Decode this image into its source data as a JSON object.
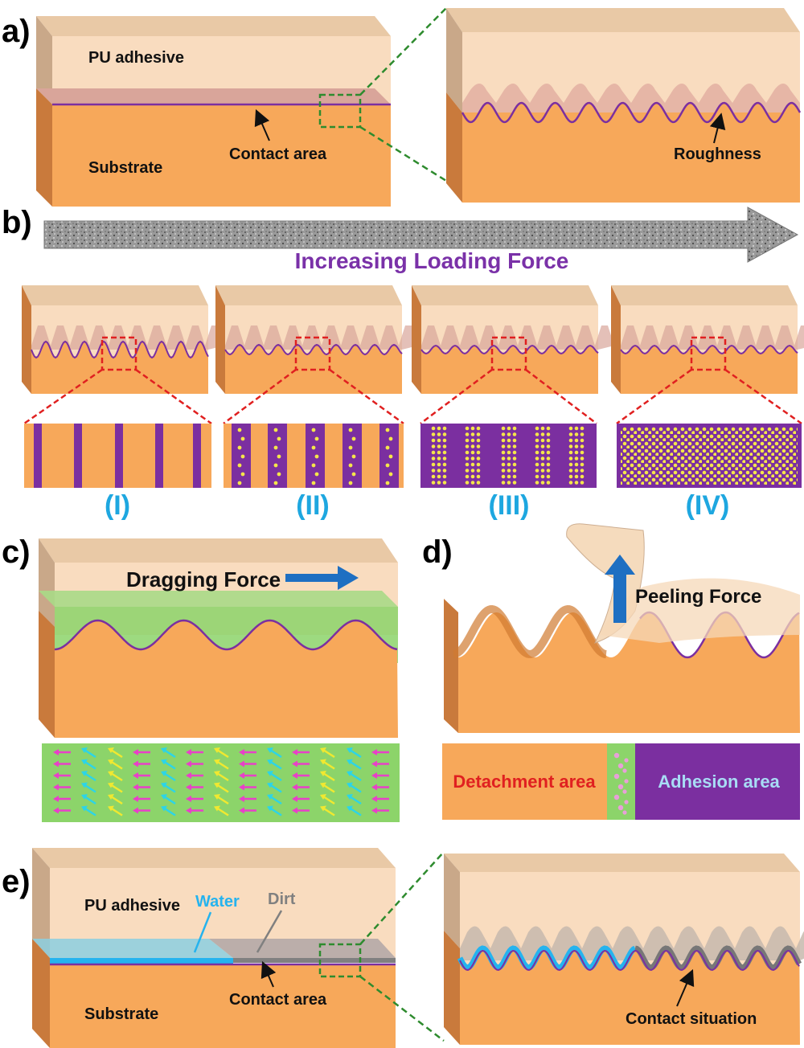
{
  "panels": {
    "a": "a)",
    "b": "b)",
    "c": "c)",
    "d": "d)",
    "e": "e)"
  },
  "a": {
    "adhesive": "PU adhesive",
    "substrate": "Substrate",
    "contact": "Contact area",
    "roughness": "Roughness"
  },
  "b": {
    "title": "Increasing Loading Force",
    "stages": [
      "(I)",
      "(II)",
      "(III)",
      "(IV)"
    ]
  },
  "c": {
    "force": "Dragging Force"
  },
  "d": {
    "force": "Peeling Force",
    "detachment": "Detachment area",
    "adhesion": "Adhesion area"
  },
  "e": {
    "adhesive": "PU adhesive",
    "water": "Water",
    "dirt": "Dirt",
    "substrate": "Substrate",
    "contact": "Contact area",
    "situation": "Contact situation"
  },
  "colors": {
    "substrate": "#f7a85a",
    "substrate_side": "#c97a3c",
    "adhesive": "#f9dcbf",
    "interface": "#7b2fa0",
    "water": "#25b3ee",
    "dirt": "#808080",
    "green": "#8cd46a",
    "stage_label": "#1ea7e0",
    "title_purple": "#7a31a8",
    "detach_red": "#e02020",
    "adhesion_blue": "#a8dcf5"
  }
}
